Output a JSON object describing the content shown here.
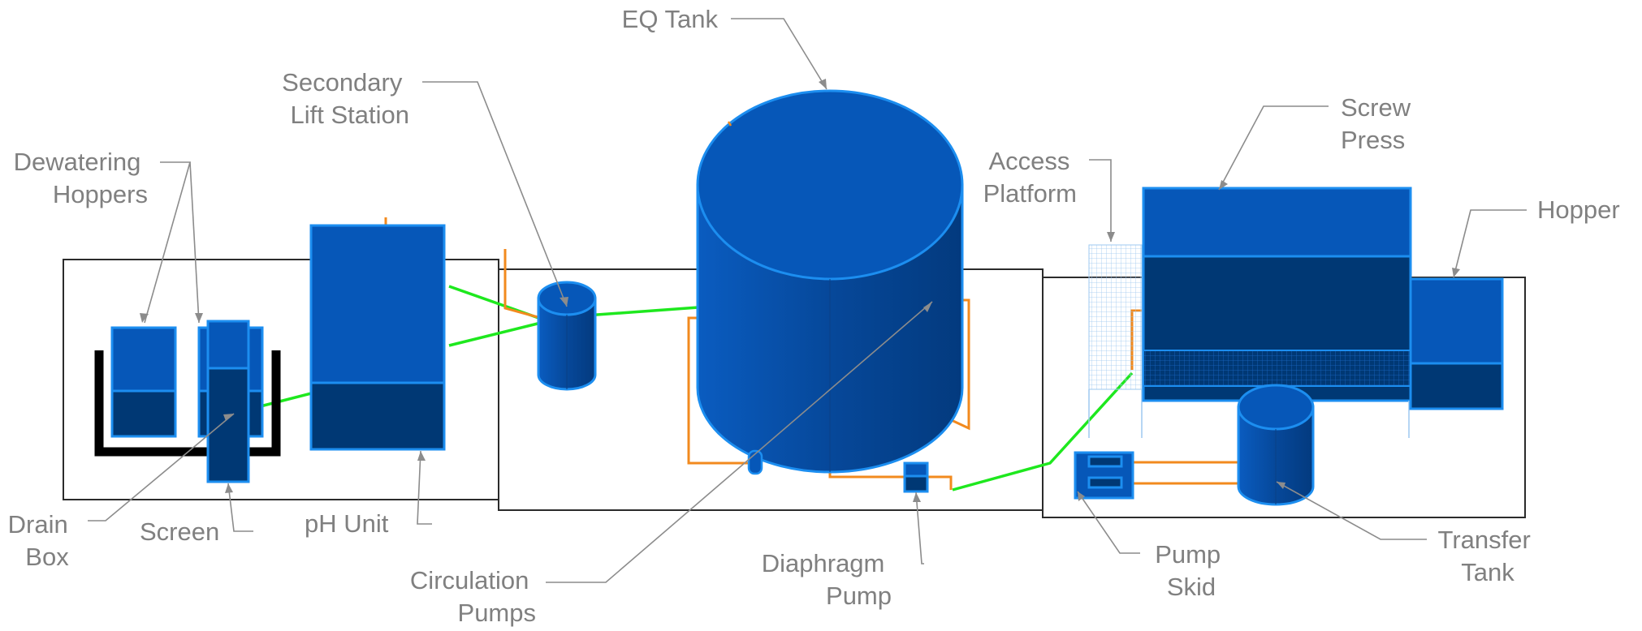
{
  "colors": {
    "equipment": "#0657b8",
    "equipment_shadow": "#003874",
    "equipment_edge": "#1c8ef0",
    "pipe_sludge": "#f28a1e",
    "pipe_water": "#1ee81e",
    "label_text": "#808080",
    "leader_line": "#8c8c8c",
    "frame": "#2b2b2b",
    "walls": "#000000"
  },
  "labels": {
    "dewatering_hoppers": [
      "Dewatering",
      "Hoppers"
    ],
    "secondary_lift_station": [
      "Secondary",
      "Lift Station"
    ],
    "eq_tank": [
      "EQ Tank"
    ],
    "access_platform": [
      "Access",
      "Platform"
    ],
    "screw_press": [
      "Screw",
      "Press"
    ],
    "hopper": [
      "Hopper"
    ],
    "drain_box": [
      "Drain",
      "Box"
    ],
    "screen": [
      "Screen"
    ],
    "ph_unit": [
      "pH Unit"
    ],
    "circulation_pumps": [
      "Circulation",
      "Pumps"
    ],
    "diaphragm_pump": [
      "Diaphragm",
      "Pump"
    ],
    "pump_skid": [
      "Pump",
      "Skid"
    ],
    "transfer_tank": [
      "Transfer",
      "Tank"
    ]
  }
}
